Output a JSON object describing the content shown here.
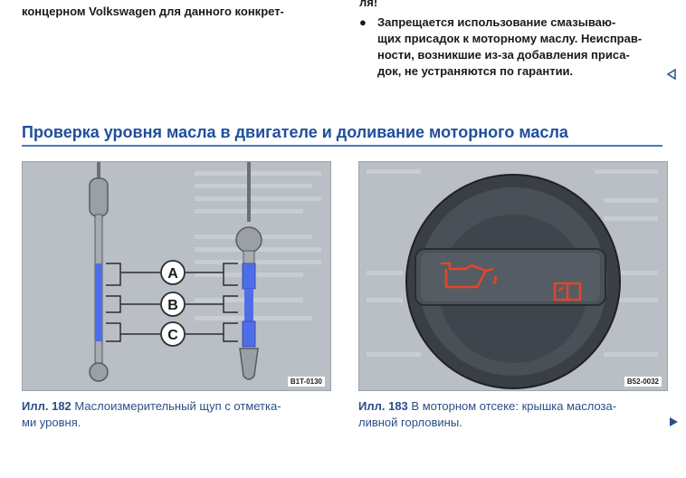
{
  "left_column": {
    "top_cut_line": "…",
    "line1": "концерном Volkswagen для данного конкрет-"
  },
  "right_column": {
    "line_top": "ля!",
    "bullet_symbol": "●",
    "bullet_lines": [
      "Запрещается использование смазываю-",
      "щих присадок к моторному маслу. Неисправ-",
      "ности, возникшие из-за добавления приса-",
      "док, не устраняются по гарантии."
    ]
  },
  "section": {
    "title": "Проверка уровня масла в двигателе и доливание моторного масла"
  },
  "figure_182": {
    "labels": [
      "A",
      "B",
      "C"
    ],
    "code": "B1T-0130",
    "caption_no": "Илл. 182",
    "caption_text": "Маслоизмерительный щуп с отметка-",
    "caption_text2": "ми уровня."
  },
  "figure_183": {
    "code": "B52-0032",
    "caption_no": "Илл. 183",
    "caption_text": "В моторном отсеке: крышка маслоза-",
    "caption_text2": "ливной горловины."
  },
  "colors": {
    "accent_blue": "#1f4f9c",
    "marker_blue": "#4d6ee8",
    "cap_red": "#e2462a"
  },
  "icons": {
    "back": "back-arrow-icon",
    "next": "next-arrow-icon"
  }
}
